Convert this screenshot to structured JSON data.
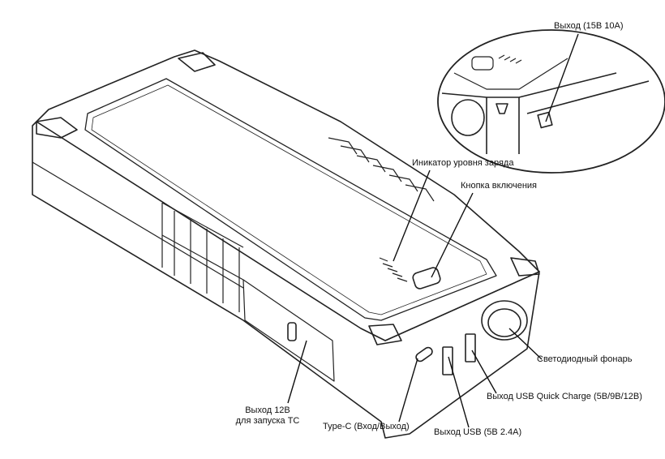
{
  "labels": {
    "output_15v": "Выход (15В 10А)",
    "charge_indicator": "Иникатор уровня заряда",
    "power_button": "Кнопка включения",
    "flashlight": "Светодиодный фонарь",
    "usb_qc": "Выход USB Quick Charge (5В/9В/12В)",
    "usb": "Выход USB (5В 2.4А)",
    "type_c": "Type-C (Вход/Выход)",
    "output_12v_line1": "Выход 12В",
    "output_12v_line2": "для запуска ТС"
  }
}
